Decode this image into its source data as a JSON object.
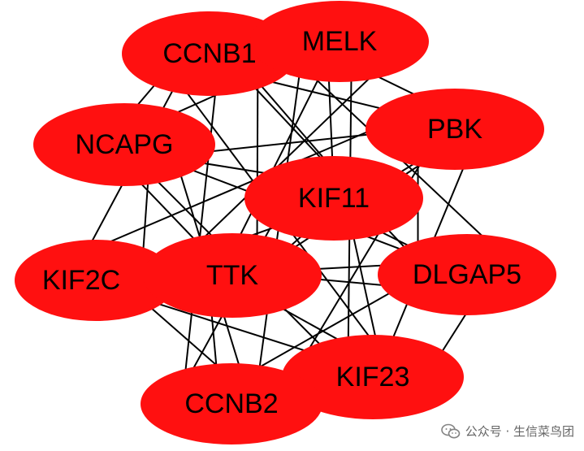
{
  "colors": {
    "node_fill": "#ff1010",
    "edge": "#000000",
    "label": "#000000",
    "background": "#ffffff"
  },
  "nodes": [
    {
      "id": "ccnb1",
      "label": "CCNB1"
    },
    {
      "id": "melk",
      "label": "MELK"
    },
    {
      "id": "pbk",
      "label": "PBK"
    },
    {
      "id": "ncapg",
      "label": "NCAPG"
    },
    {
      "id": "kif11",
      "label": "KIF11"
    },
    {
      "id": "kif2c",
      "label": "KIF2C"
    },
    {
      "id": "ttk",
      "label": "TTK"
    },
    {
      "id": "dlgap5",
      "label": "DLGAP5"
    },
    {
      "id": "kif23",
      "label": "KIF23"
    },
    {
      "id": "ccnb2",
      "label": "CCNB2"
    }
  ],
  "edges": [
    [
      "ccnb1",
      "melk"
    ],
    [
      "ccnb1",
      "pbk"
    ],
    [
      "ccnb1",
      "ncapg"
    ],
    [
      "ccnb1",
      "kif11"
    ],
    [
      "ccnb1",
      "kif2c"
    ],
    [
      "ccnb1",
      "ttk"
    ],
    [
      "ccnb1",
      "dlgap5"
    ],
    [
      "ccnb1",
      "kif23"
    ],
    [
      "ccnb1",
      "ccnb2"
    ],
    [
      "melk",
      "pbk"
    ],
    [
      "melk",
      "ncapg"
    ],
    [
      "melk",
      "kif11"
    ],
    [
      "melk",
      "kif2c"
    ],
    [
      "melk",
      "ttk"
    ],
    [
      "melk",
      "dlgap5"
    ],
    [
      "melk",
      "kif23"
    ],
    [
      "melk",
      "ccnb2"
    ],
    [
      "pbk",
      "ncapg"
    ],
    [
      "pbk",
      "kif11"
    ],
    [
      "pbk",
      "kif2c"
    ],
    [
      "pbk",
      "ttk"
    ],
    [
      "pbk",
      "dlgap5"
    ],
    [
      "pbk",
      "kif23"
    ],
    [
      "pbk",
      "ccnb2"
    ],
    [
      "ncapg",
      "kif11"
    ],
    [
      "ncapg",
      "kif2c"
    ],
    [
      "ncapg",
      "ttk"
    ],
    [
      "ncapg",
      "dlgap5"
    ],
    [
      "ncapg",
      "kif23"
    ],
    [
      "ncapg",
      "ccnb2"
    ],
    [
      "kif11",
      "kif2c"
    ],
    [
      "kif11",
      "ttk"
    ],
    [
      "kif11",
      "dlgap5"
    ],
    [
      "kif11",
      "kif23"
    ],
    [
      "kif11",
      "ccnb2"
    ],
    [
      "kif2c",
      "ttk"
    ],
    [
      "kif2c",
      "dlgap5"
    ],
    [
      "kif2c",
      "kif23"
    ],
    [
      "kif2c",
      "ccnb2"
    ],
    [
      "ttk",
      "dlgap5"
    ],
    [
      "ttk",
      "kif23"
    ],
    [
      "ttk",
      "ccnb2"
    ],
    [
      "dlgap5",
      "kif23"
    ],
    [
      "dlgap5",
      "ccnb2"
    ],
    [
      "kif23",
      "ccnb2"
    ]
  ],
  "watermark": {
    "icon": "wechat-icon",
    "text": "公众号 · 生信菜鸟团"
  }
}
